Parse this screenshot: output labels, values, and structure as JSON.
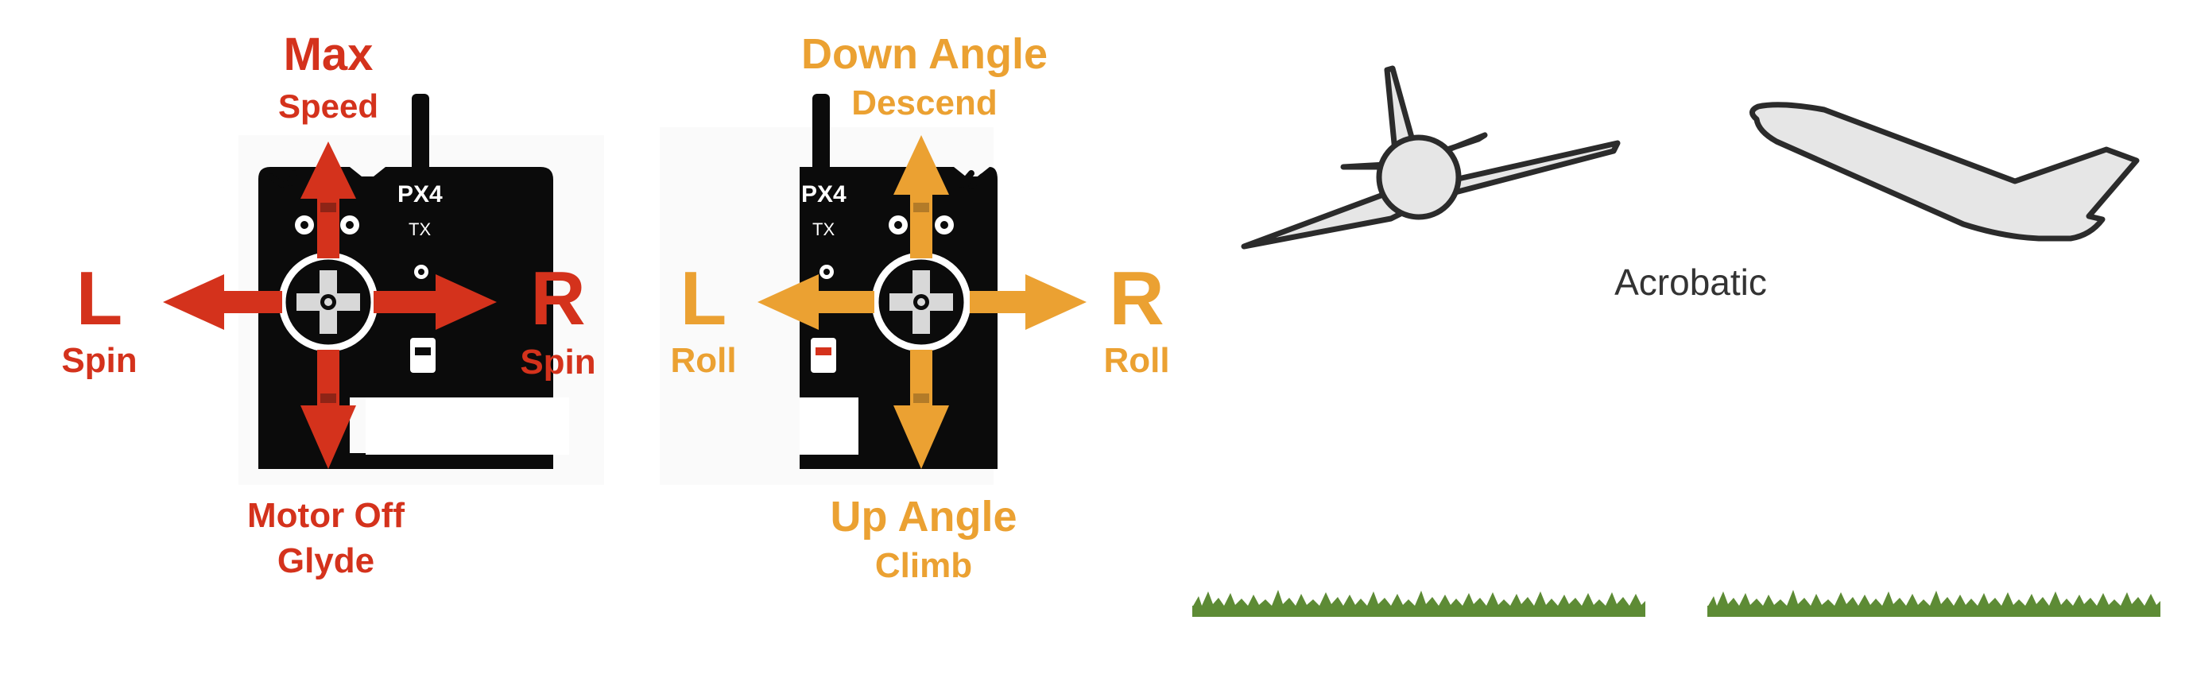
{
  "colors": {
    "red": "#d4321c",
    "orange": "#eba132",
    "remote_body": "#0b0b0b",
    "remote_accent": "#ffffff",
    "plane_fill": "#e6e6e6",
    "plane_stroke": "#2b2b2b",
    "grass": "#5d8b35"
  },
  "throttle_stick": {
    "up_main": "Max",
    "up_sub": "Speed",
    "down_main": "Motor Off",
    "down_sub": "Glyde",
    "left_main": "L",
    "left_sub": "Spin",
    "right_main": "R",
    "right_sub": "Spin",
    "remote_brand": "PX4",
    "remote_tx": "TX"
  },
  "pitch_roll_stick": {
    "up_main": "Down Angle",
    "up_sub": "Descend",
    "down_main": "Up Angle",
    "down_sub": "Climb",
    "left_main": "L",
    "left_sub": "Roll",
    "right_main": "R",
    "right_sub": "Roll",
    "remote_brand": "PX4",
    "remote_tx": "TX"
  },
  "mode_label": "Acrobatic",
  "icons": [
    "remote-controller-icon",
    "arrow-icon",
    "airplane-front-icon",
    "airplane-side-icon",
    "grass-icon"
  ]
}
